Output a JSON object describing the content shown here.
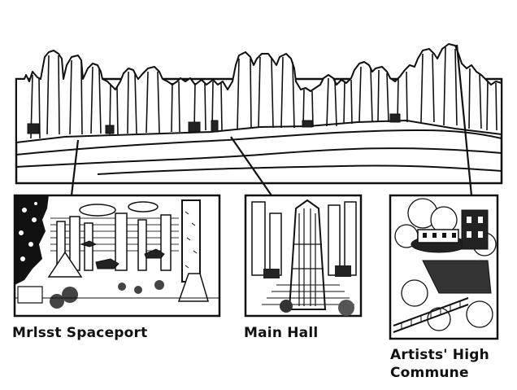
{
  "captions": {
    "spaceport": "Mrlsst Spaceport",
    "main_hall": "Main Hall",
    "commune_line1": "Artists' High",
    "commune_line2": "Commune"
  },
  "colors": {
    "ink": "#111111",
    "paper": "#ffffff"
  }
}
